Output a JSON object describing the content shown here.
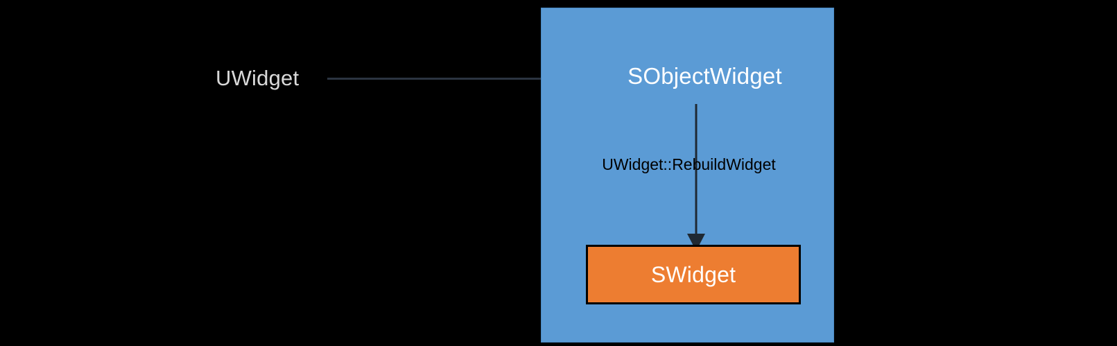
{
  "diagram": {
    "background_color": "#000000",
    "external_node": {
      "label": "UWidget",
      "text_color": "#d9d9d9"
    },
    "connector_horizontal": {
      "name": "uwidget-to-sobjectwidget",
      "from": "UWidget",
      "to": "SObjectWidget",
      "label": "",
      "color": "#2b3441",
      "direction": "right"
    },
    "container": {
      "title": "SObjectWidget",
      "fill_color": "#5b9bd5",
      "title_color": "#ffffff",
      "connector_vertical": {
        "name": "sobjectwidget-to-swidget",
        "from": "SObjectWidget",
        "to": "SWidget",
        "label": "UWidget::RebuildWidget",
        "label_color": "#000000",
        "color": "#1f2933",
        "direction": "down"
      },
      "child_node": {
        "label": "SWidget",
        "fill_color": "#ed7d31",
        "border_color": "#000000",
        "text_color": "#ffffff"
      }
    }
  }
}
